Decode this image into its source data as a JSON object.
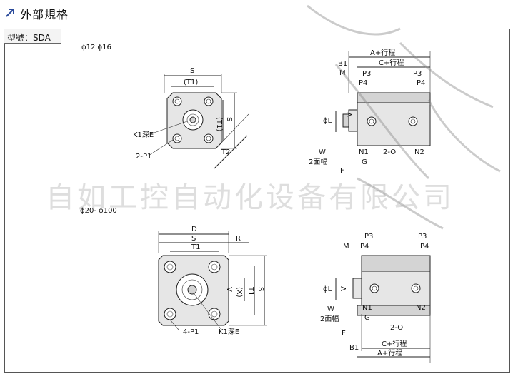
{
  "header": {
    "title": "外部規格"
  },
  "model_label": "型號：SDA",
  "watermark": "自如工控自动化设备有限公司",
  "range_small": "ϕ12 ϕ16",
  "range_large": "ϕ20- ϕ100",
  "drawing_small": {
    "front": {
      "S": "S",
      "T1_paren": "(T1)",
      "S_side": "S",
      "T1_side": "(T1)",
      "T2": "T2",
      "K1": "K1深E",
      "P1": "2-P1"
    },
    "side": {
      "A": "A+行程",
      "C": "C+行程",
      "B1": "B1",
      "M": "M",
      "P3_left": "P3",
      "P3_right": "P3",
      "P4_left": "P4",
      "P4_right": "P4",
      "phiL": "ϕL",
      "V": "V",
      "W": "W",
      "W2": "2面幅",
      "N1": "N1",
      "O": "2-O",
      "N2": "N2",
      "G": "G",
      "F": "F"
    }
  },
  "drawing_large": {
    "front": {
      "D": "D",
      "S": "S",
      "R": "R",
      "T1_top": "T1",
      "V": "V",
      "X": "(X)",
      "T1_side": "T1",
      "S_side": "S",
      "P1": "4-P1",
      "K1": "K1深E"
    },
    "side": {
      "P3_left": "P3",
      "P3_right": "P3",
      "P4_left": "P4",
      "P4_right": "P4",
      "M": "M",
      "phiL": "ϕL",
      "V": "V",
      "W": "W",
      "W2": "2面幅",
      "N1": "N1",
      "O": "2-O",
      "N2": "N2",
      "G": "G",
      "F": "F",
      "C": "C+行程",
      "B1": "B1",
      "A": "A+行程"
    }
  }
}
